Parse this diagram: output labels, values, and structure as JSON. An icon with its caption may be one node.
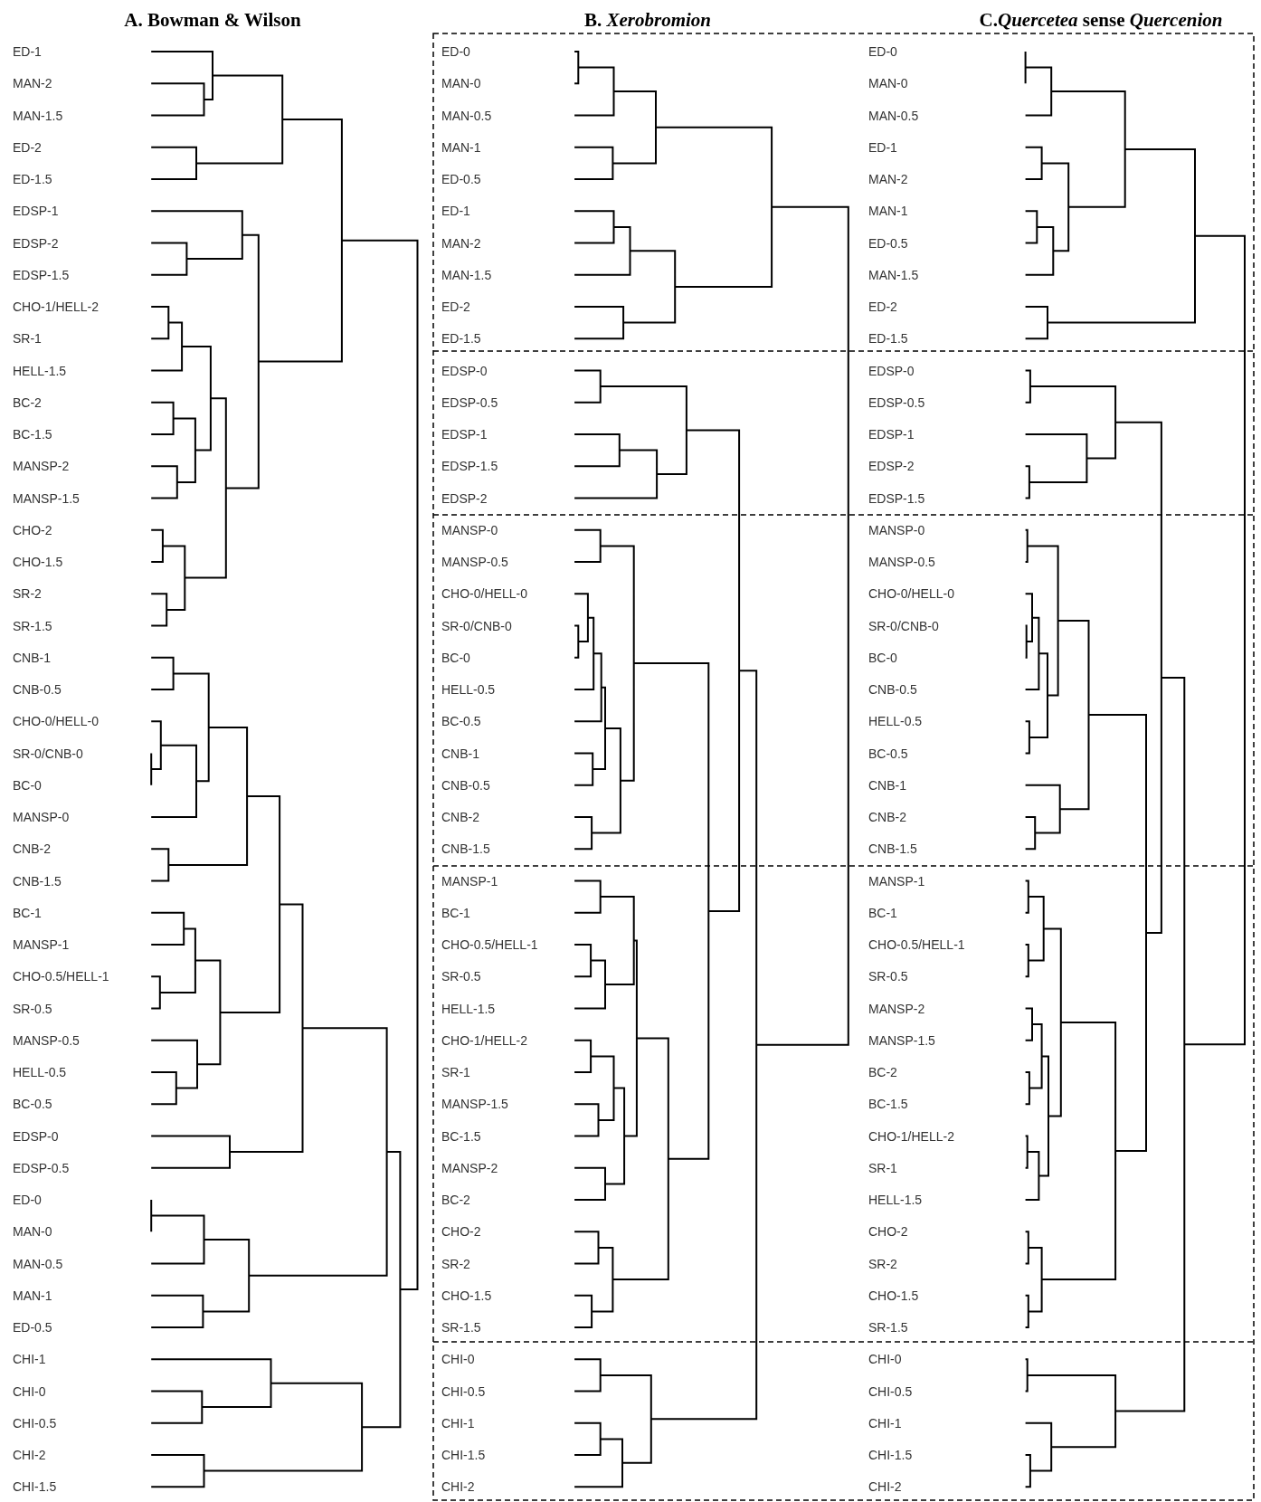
{
  "diagram": {
    "labels": [
      "A. Bowman & Wilson",
      "ED-1",
      "MAN-2",
      "MAN-1.5",
      "ED-2",
      "ED-1.5",
      "EDSP-1",
      "EDSP-2",
      "EDSP-1.5",
      "CHO-1/HELL-2",
      "SR-1",
      "HELL-1.5",
      "BC-2",
      "BC-1.5",
      "MANSP-2",
      "MANSP-1.5",
      "CHO-2",
      "CHO-1.5",
      "SR-2",
      "SR-1.5",
      "CNB-1",
      "CNB-0.5",
      "CHO-0/HELL-0",
      "SR-0/CNB-0",
      "BC-0",
      "MANSP-0",
      "CNB-2",
      "CNB-1.5",
      "BC-1",
      "MANSP-1",
      "CHO-0.5/HELL-1",
      "SR-0.5",
      "MANSP-0.5",
      "HELL-0.5",
      "BC-0.5",
      "EDSP-0",
      "EDSP-0.5",
      "ED-0",
      "MAN-0",
      "MAN-0.5",
      "MAN-1",
      "ED-0.5",
      "CHI-1",
      "CHI-0",
      "CHI-0.5",
      "CHI-2",
      "CHI-1.5",
      "B. *Xerobromion*",
      "ED-0",
      "MAN-0",
      "MAN-0.5",
      "MAN-1",
      "ED-0.5",
      "ED-1",
      "MAN-2",
      "MAN-1.5",
      "ED-2",
      "ED-1.5",
      "EDSP-0",
      "EDSP-0.5",
      "EDSP-1",
      "EDSP-1.5",
      "EDSP-2",
      "MANSP-0",
      "MANSP-0.5",
      "CHO-0/HELL-0",
      "SR-0/CNB-0",
      "BC-0",
      "HELL-0.5",
      "BC-0.5",
      "CNB-1",
      "CNB-0.5",
      "CNB-2",
      "CNB-1.5",
      "MANSP-1",
      "BC-1",
      "CHO-0.5/HELL-1",
      "SR-0.5",
      "HELL-1.5",
      "CHO-1/HELL-2",
      "SR-1",
      "MANSP-1.5",
      "BC-1.5",
      "MANSP-2",
      "BC-2",
      "CHO-2",
      "SR-2",
      "CHO-1.5",
      "SR-1.5",
      "CHI-0",
      "CHI-0.5",
      "CHI-1",
      "CHI-1.5",
      "CHI-2",
      "C.*Quercetea* sense *Quercenion*",
      "ED-0",
      "MAN-0",
      "MAN-0.5",
      "ED-1",
      "MAN-2",
      "MAN-1",
      "ED-0.5",
      "MAN-1.5",
      "ED-2",
      "ED-1.5",
      "EDSP-0",
      "EDSP-0.5",
      "EDSP-1",
      "EDSP-2",
      "EDSP-1.5",
      "MANSP-0",
      "MANSP-0.5",
      "CHO-0/HELL-0",
      "SR-0/CNB-0",
      "BC-0",
      "CNB-0.5",
      "HELL-0.5",
      "BC-0.5",
      "CNB-1",
      "CNB-2",
      "CNB-1.5",
      "MANSP-1",
      "BC-1",
      "CHO-0.5/HELL-1",
      "SR-0.5",
      "MANSP-2",
      "MANSP-1.5",
      "BC-2",
      "BC-1.5",
      "CHO-1/HELL-2",
      "SR-1",
      "HELL-1.5",
      "CHO-2",
      "SR-2",
      "CHO-1.5",
      "SR-1.5",
      "CHI-0",
      "CHI-0.5",
      "CHI-1",
      "CHI-1.5",
      "CHI-2"
    ]
  }
}
